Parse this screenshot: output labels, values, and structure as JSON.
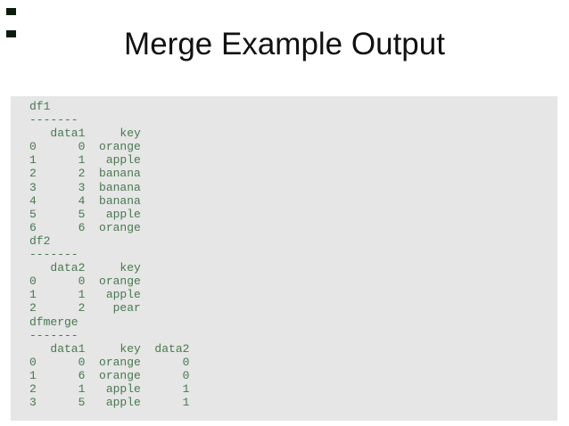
{
  "slide": {
    "title": "Merge Example Output"
  },
  "code_block": {
    "lines": [
      "df1",
      "-------",
      "   data1     key",
      "0      0  orange",
      "1      1   apple",
      "2      2  banana",
      "3      3  banana",
      "4      4  banana",
      "5      5   apple",
      "6      6  orange",
      "df2",
      "-------",
      "   data2     key",
      "0      0  orange",
      "1      1   apple",
      "2      2    pear",
      "dfmerge",
      "-------",
      "   data1     key  data2",
      "0      0  orange      0",
      "1      6  orange      0",
      "2      1   apple      1",
      "3      5   apple      1"
    ]
  },
  "colors": {
    "page_background": "#ffffff",
    "title_text": "#111111",
    "code_background": "#e5e6e5",
    "code_text": "#4b7752",
    "corner_marker": "#0c1c0c"
  }
}
